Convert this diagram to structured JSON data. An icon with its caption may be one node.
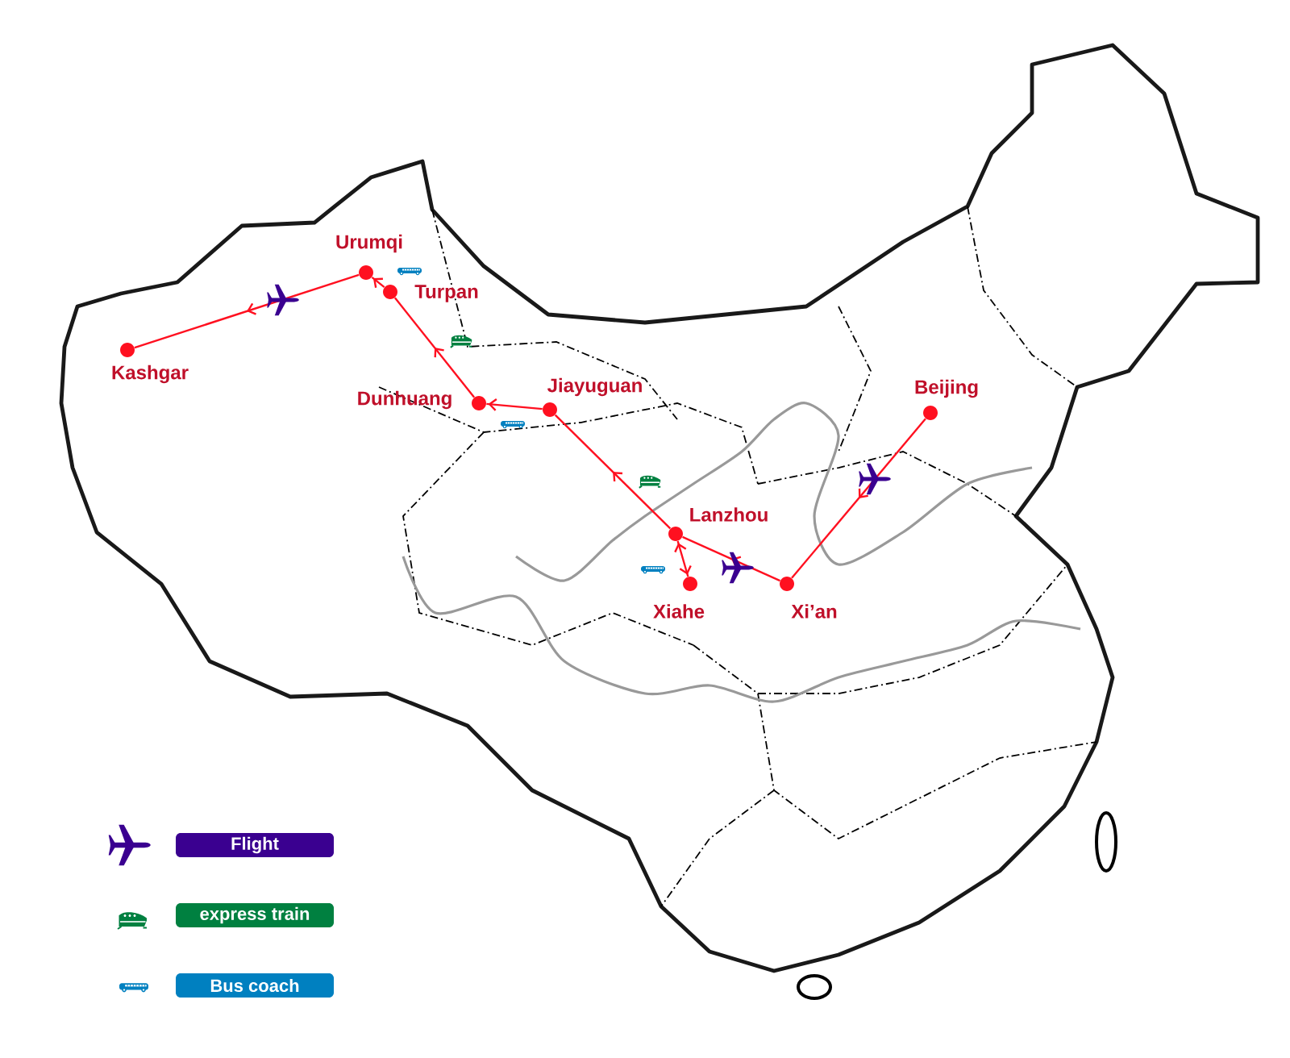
{
  "diagram": {
    "nodes": [
      {
        "text": [
          "Beijing"
        ]
      },
      {
        "text": [
          "Xi’an"
        ]
      },
      {
        "text": [
          "Lanzhou"
        ]
      },
      {
        "text": [
          "Xiahe"
        ]
      },
      {
        "text": [
          "Jiayuguan"
        ]
      },
      {
        "text": [
          "Dunhuang"
        ]
      },
      {
        "text": [
          "Turpan"
        ]
      },
      {
        "text": [
          "Urumqi"
        ]
      },
      {
        "text": [
          "Kashgar"
        ]
      }
    ],
    "edges": [
      {
        "from": 0,
        "to": 1,
        "arrow": "to"
      },
      {
        "from": 1,
        "to": 2,
        "arrow": "to"
      },
      {
        "from": 2,
        "to": 3,
        "arrow": "both"
      },
      {
        "from": 2,
        "to": 4,
        "arrow": "to"
      },
      {
        "from": 4,
        "to": 5,
        "arrow": "to"
      },
      {
        "from": 5,
        "to": 6,
        "arrow": "to"
      },
      {
        "from": 6,
        "to": 7,
        "arrow": "to"
      },
      {
        "from": 7,
        "to": 8,
        "arrow": "to"
      }
    ],
    "legend": [
      {
        "text": "Flight",
        "color": "#3a0090"
      },
      {
        "text": "express train",
        "color": "#008040"
      },
      {
        "text": "Bus coach",
        "color": "#0080c0"
      }
    ]
  }
}
